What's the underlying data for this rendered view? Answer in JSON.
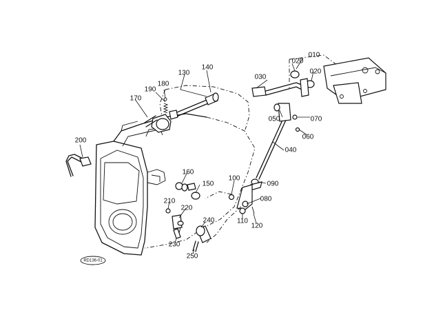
{
  "diagram": {
    "callouts": {
      "c010": "010",
      "c020a": "020",
      "c020b": "020",
      "c030": "030",
      "c040": "040",
      "c050": "050",
      "c060": "060",
      "c070": "070",
      "c080": "080",
      "c090": "090",
      "c100": "100",
      "c110": "110",
      "c120": "120",
      "c130": "130",
      "c140": "140",
      "c150": "150",
      "c160": "160",
      "c170": "170",
      "c180": "180",
      "c190": "190",
      "c200": "200",
      "c210": "210",
      "c220": "220",
      "c230": "230",
      "c240": "240",
      "c250": "250"
    },
    "reference_code": "RD136-01"
  }
}
